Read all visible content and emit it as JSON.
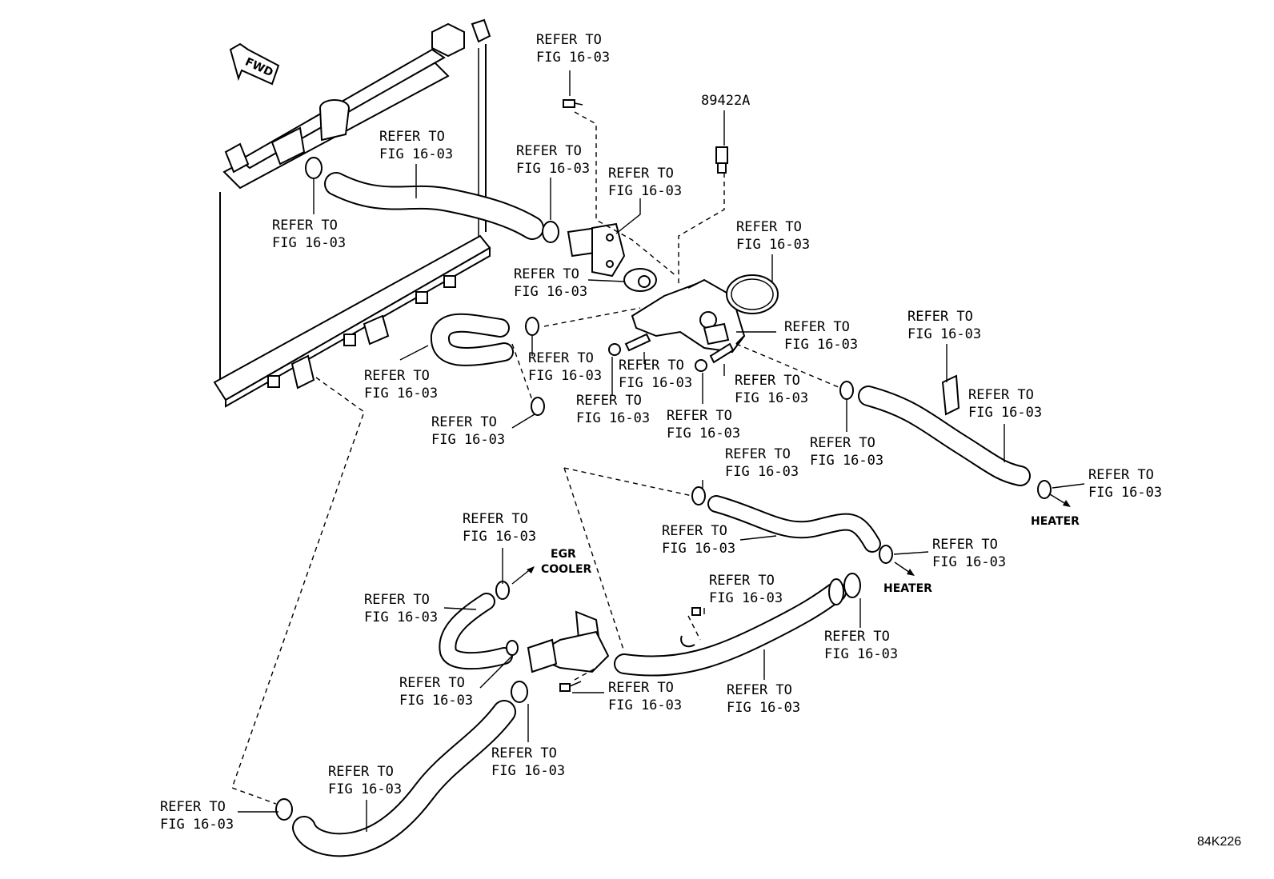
{
  "diagram": {
    "part_number": "89422A",
    "figure_code": "84K226",
    "fwd_label": "FWD",
    "refer_labels": [
      {
        "line1": "REFER TO",
        "line2": "FIG 16-03"
      },
      {
        "line1": "REFER TO",
        "line2": "FIG 16-03"
      },
      {
        "line1": "REFER TO",
        "line2": "FIG 16-03"
      },
      {
        "line1": "REFER TO",
        "line2": "FIG 16-03"
      },
      {
        "line1": "REFER TO",
        "line2": "FIG 16-03"
      },
      {
        "line1": "REFER TO",
        "line2": "FIG 16-03"
      },
      {
        "line1": "REFER TO",
        "line2": "FIG 16-03"
      },
      {
        "line1": "REFER TO",
        "line2": "FIG 16-03"
      },
      {
        "line1": "REFER TO",
        "line2": "FIG 16-03"
      },
      {
        "line1": "REFER TO",
        "line2": "FIG 16-03"
      },
      {
        "line1": "REFER TO",
        "line2": "FIG 16-03"
      },
      {
        "line1": "REFER TO",
        "line2": "FIG 16-03"
      },
      {
        "line1": "REFER TO",
        "line2": "FIG 16-03"
      },
      {
        "line1": "REFER TO",
        "line2": "FIG 16-03"
      },
      {
        "line1": "REFER TO",
        "line2": "FIG 16-03"
      },
      {
        "line1": "REFER TO",
        "line2": "FIG 16-03"
      },
      {
        "line1": "REFER TO",
        "line2": "FIG 16-03"
      },
      {
        "line1": "REFER TO",
        "line2": "FIG 16-03"
      },
      {
        "line1": "REFER TO",
        "line2": "FIG 16-03"
      },
      {
        "line1": "REFER TO",
        "line2": "FIG 16-03"
      },
      {
        "line1": "REFER TO",
        "line2": "FIG 16-03"
      },
      {
        "line1": "REFER TO",
        "line2": "FIG 16-03"
      },
      {
        "line1": "REFER TO",
        "line2": "FIG 16-03"
      },
      {
        "line1": "REFER TO",
        "line2": "FIG 16-03"
      },
      {
        "line1": "REFER TO",
        "line2": "FIG 16-03"
      },
      {
        "line1": "REFER TO",
        "line2": "FIG 16-03"
      },
      {
        "line1": "REFER TO",
        "line2": "FIG 16-03"
      },
      {
        "line1": "REFER TO",
        "line2": "FIG 16-03"
      },
      {
        "line1": "REFER TO",
        "line2": "FIG 16-03"
      },
      {
        "line1": "REFER TO",
        "line2": "FIG 16-03"
      }
    ],
    "destinations": {
      "heater_1": "HEATER",
      "heater_2": "HEATER",
      "egr_line1": "EGR",
      "egr_line2": "COOLER"
    }
  }
}
